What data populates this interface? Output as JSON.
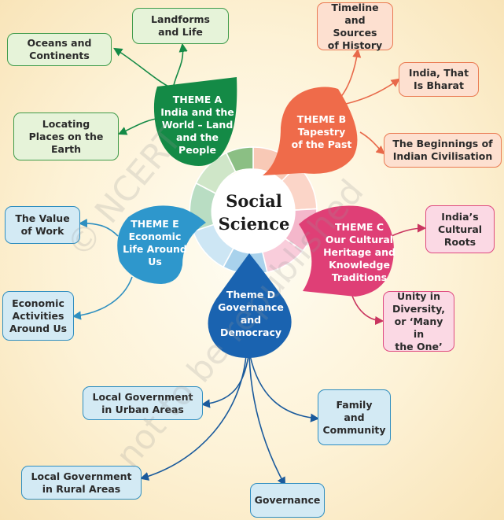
{
  "center": {
    "title": "Social\nScience"
  },
  "themes": {
    "a": {
      "label": "THEME A\nIndia and the\nWorld – Land\nand the\nPeople",
      "color": "#148a46"
    },
    "b": {
      "label": "THEME B\nTapestry\nof the Past",
      "color": "#ef6b4a"
    },
    "c": {
      "label": "THEME C\nOur Cultural\nHeritage and\nKnowledge\nTraditions",
      "color": "#df3f76"
    },
    "d": {
      "label": "Theme D\nGovernance\nand\nDemocracy",
      "color": "#1a63b0"
    },
    "e": {
      "label": "THEME E\nEconomic\nLife Around\nUs",
      "color": "#2e97cc"
    }
  },
  "topics": {
    "a": [
      "Landforms\nand Life",
      "Oceans and\nContinents",
      "Locating\nPlaces on the\nEarth"
    ],
    "b": [
      "Timeline\nand Sources\nof History",
      "India, That\nIs Bharat",
      "The Beginnings of\nIndian Civilisation"
    ],
    "c": [
      "India’s\nCultural\nRoots",
      "Unity in\nDiversity,\nor ‘Many in\nthe One’"
    ],
    "d": [
      "Local Government\nin Urban Areas",
      "Local Government\nin Rural Areas",
      "Family\nand\nCommunity",
      "Governance"
    ],
    "e": [
      "The Value\nof Work",
      "Economic\nActivities\nAround Us"
    ]
  },
  "watermark": {
    "line1": "© NCERT",
    "line2": "not to be republished"
  }
}
